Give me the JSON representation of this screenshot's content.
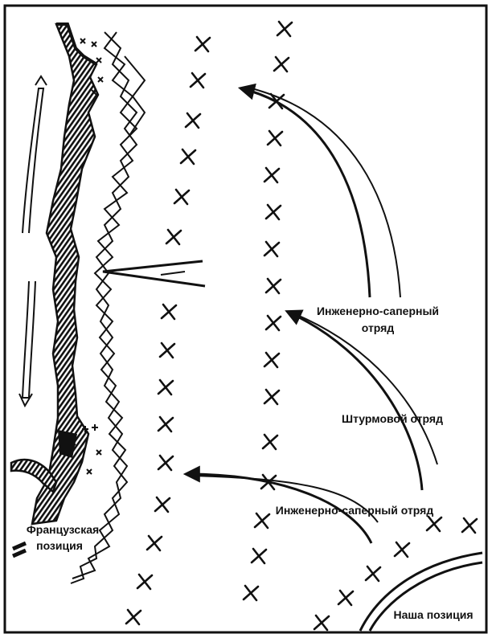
{
  "diagram": {
    "labels": {
      "engineer_top_line1": "Инженерно-саперный",
      "engineer_top_line2": "отряд",
      "assault": "Штурмовой отряд",
      "engineer_bottom": "Инженерно-саперный отряд",
      "french_line1": "Французская",
      "french_line2": "позиция",
      "our_position": "Наша позиция"
    },
    "colors": {
      "ink": "#111111",
      "paper": "#ffffff"
    }
  }
}
